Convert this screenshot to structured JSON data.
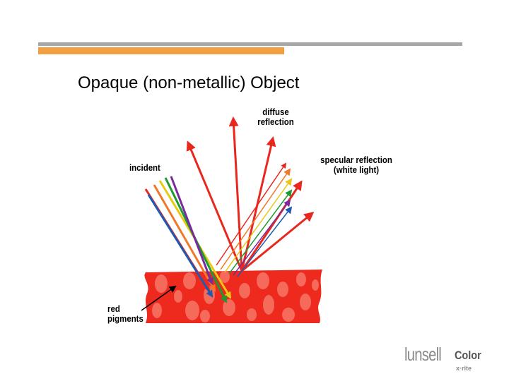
{
  "slide": {
    "title": "Opaque (non-metallic) Object"
  },
  "diagram": {
    "labels": {
      "diffuse_reflection": "diffuse\nreflection",
      "incident": "incident",
      "specular_reflection": "specular reflection\n(white light)",
      "red_pigments": "red\npigments"
    },
    "colors": {
      "red": "#e8281e",
      "orange": "#f07828",
      "yellow": "#e8c814",
      "green": "#1e9a32",
      "blue": "#1e5ab4",
      "violet": "#7a2aa0",
      "block": "#ee2a1e",
      "pigment": "#f56a5a"
    }
  },
  "branding": {
    "logo_munsell": "lunsell",
    "logo_color": "Color",
    "logo_xrite": "x·rite"
  }
}
